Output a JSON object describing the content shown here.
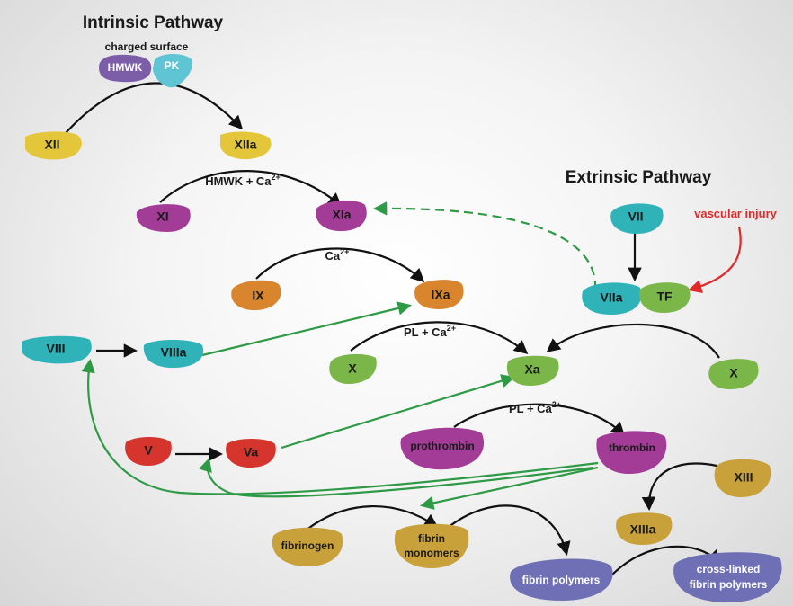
{
  "titles": {
    "intrinsic": "Intrinsic Pathway",
    "extrinsic": "Extrinsic Pathway",
    "charged_surface": "charged surface",
    "vascular_injury": "vascular injury"
  },
  "factors": {
    "hmwk": "HMWK",
    "pk": "PK",
    "xii": "XII",
    "xiia": "XIIa",
    "xi": "XI",
    "xia": "XIa",
    "ix": "IX",
    "ixa": "IXa",
    "viii": "VIII",
    "viiia": "VIIIa",
    "x_intrinsic": "X",
    "xa": "Xa",
    "x_extrinsic": "X",
    "vii": "VII",
    "viia": "VIIa",
    "tf": "TF",
    "v": "V",
    "va": "Va",
    "prothrombin": "prothrombin",
    "thrombin": "thrombin",
    "xiii": "XIII",
    "xiiia": "XIIIa",
    "fibrinogen": "fibrinogen",
    "fibrin_monomers_1": "fibrin",
    "fibrin_monomers_2": "monomers",
    "fibrin_polymers": "fibrin polymers",
    "crosslinked_1": "cross-linked",
    "crosslinked_2": "fibrin polymers"
  },
  "cofactors": {
    "hmwk_ca": "HMWK + Ca",
    "ca": "Ca",
    "pl_ca_1": "PL + Ca",
    "pl_ca_2": "PL + Ca",
    "charge": "2+"
  },
  "colors": {
    "yellow": "#e4c63a",
    "magenta": "#a23c96",
    "orange": "#d8852d",
    "teal": "#2fb3b8",
    "green": "#7ab648",
    "red": "#d6352e",
    "gold": "#c9a13b",
    "purple_blue": "#6e6fb4",
    "purple": "#7b5ea7",
    "light_blue": "#5fc4d4",
    "arrow_black": "#111111",
    "arrow_green": "#2e9a45",
    "arrow_red": "#e0292a"
  }
}
